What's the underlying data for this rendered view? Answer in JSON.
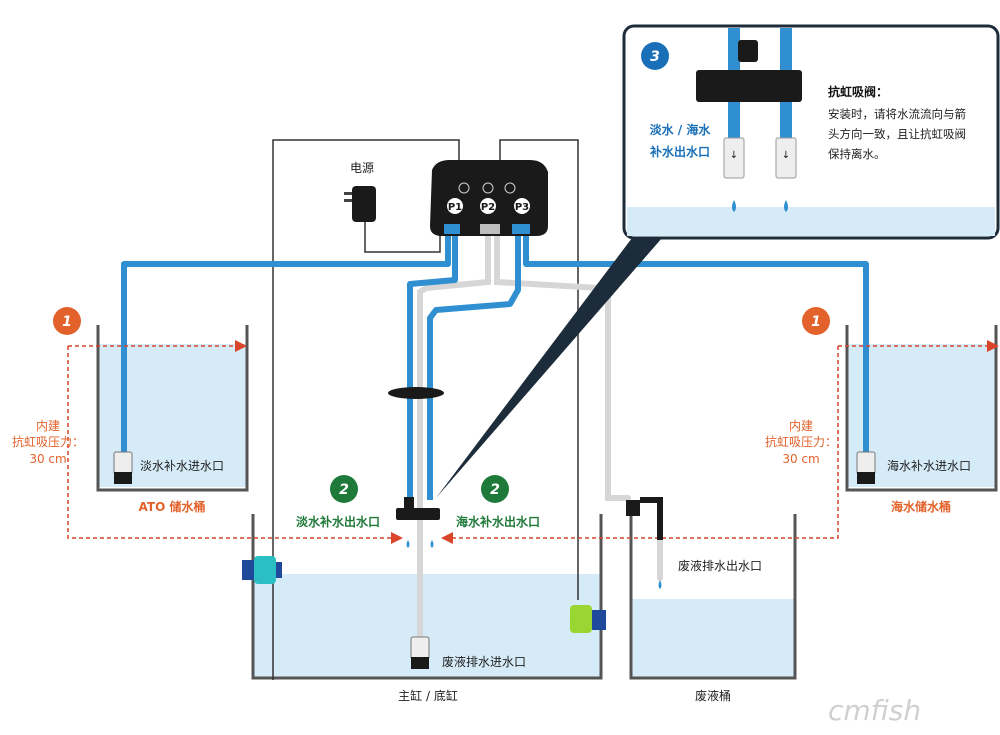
{
  "labels": {
    "power": "电源",
    "ato_reservoir": "ATO 储水桶",
    "saltwater_reservoir": "海水储水桶",
    "freshwater_inlet": "淡水补水进水口",
    "saltwater_inlet": "海水补水进水口",
    "freshwater_outlet": "淡水补水出水口",
    "saltwater_outlet": "海水补水出水口",
    "waste_inlet": "废液排水进水口",
    "waste_outlet": "废液排水出水口",
    "main_tank": "主缸 / 底缸",
    "waste_bucket": "废液桶",
    "siphon_left": [
      "内建",
      "抗虹吸压力：",
      "30 cm"
    ],
    "siphon_right": [
      "内建",
      "抗虹吸压力：",
      "30 cm"
    ],
    "watermark": "cmfish"
  },
  "callout": {
    "outlet_title": [
      "淡水 / 海水",
      "补水出水口"
    ],
    "valve_title": "抗虹吸阀：",
    "valve_text": [
      "安装时，请将水流流向与箭",
      "头方向一致，且让抗虹吸阀",
      "保持离水。"
    ]
  },
  "controller": {
    "ports": [
      "P1",
      "P2",
      "P3"
    ]
  },
  "badges": [
    "1",
    "1",
    "2",
    "2",
    "3"
  ],
  "colors": {
    "blue_tube": "#2f8fd0",
    "white_tube": "#d9d9d9",
    "water": "#d6ebf8",
    "orange": "#e3622b",
    "green": "#1f7a3a",
    "dark_blue": "#1a70b8",
    "dark_line": "#333333",
    "callout_border": "#1c2c3a"
  }
}
